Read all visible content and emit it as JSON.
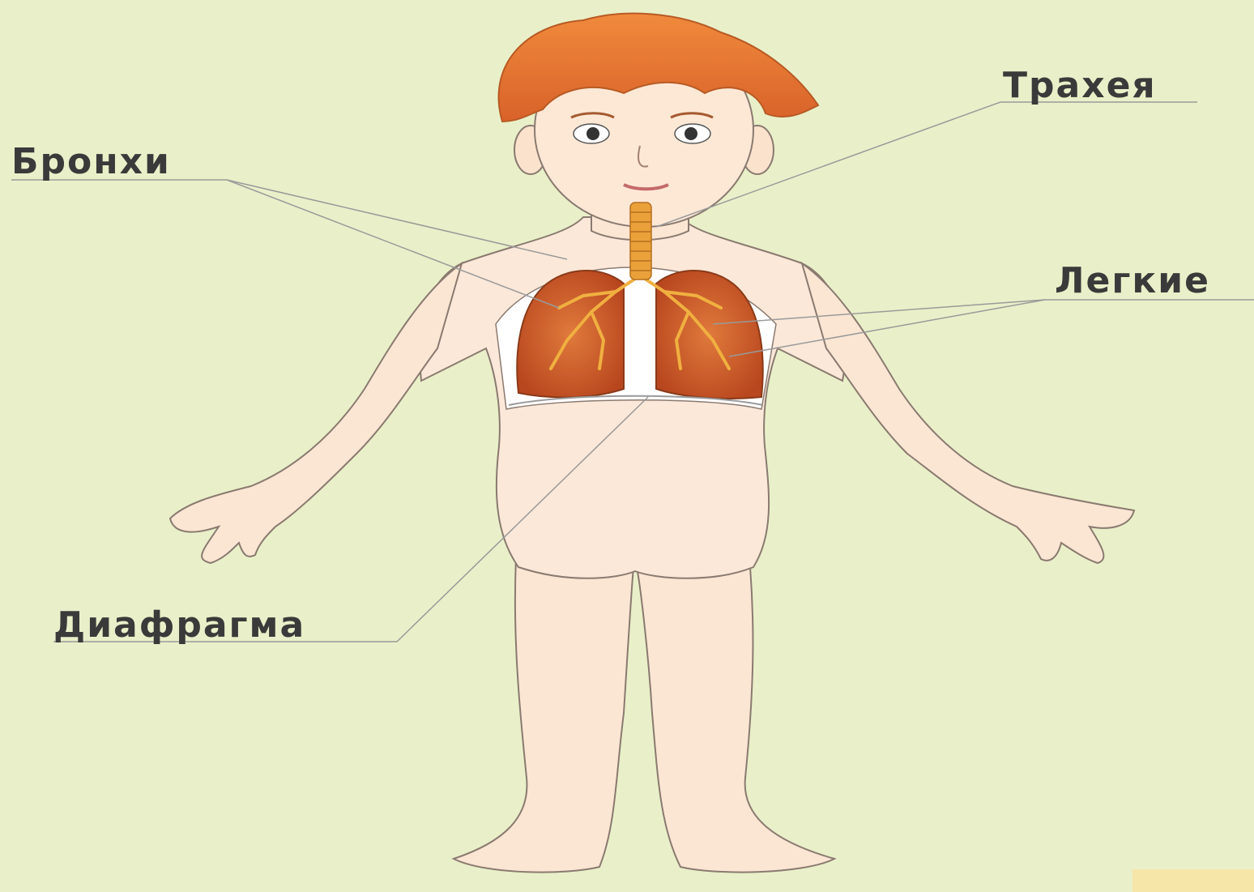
{
  "labels": {
    "trachea": "Трахея",
    "bronchi": "Бронхи",
    "lungs": "Легкие",
    "diaphragm": "Диафрагма"
  },
  "colors": {
    "background": "#e9f0c9",
    "skin": "#fbe8d8",
    "hair": "#e8742e",
    "lung": "#c8562a",
    "trachea": "#eaa13a",
    "leader_line": "#9a9a9a"
  }
}
